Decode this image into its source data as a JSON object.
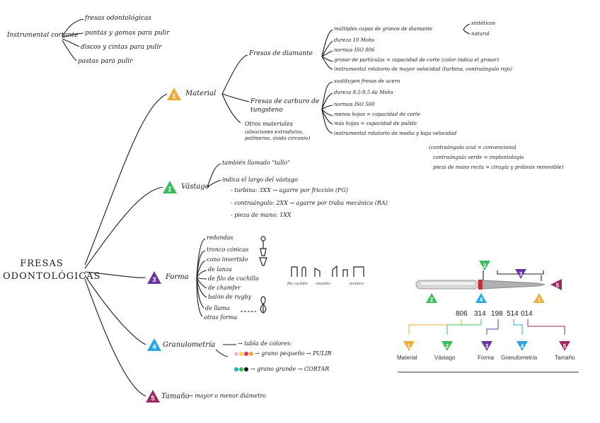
{
  "top_left": {
    "root": "Instrumental cortante",
    "items": [
      "fresas odontológicas",
      "puntas y gomas para pulir",
      "discos y cintas para pulir",
      "pastas para pulir"
    ]
  },
  "root": "FRESAS ODONTOLÓGICAS",
  "branches": [
    {
      "num": "1",
      "label": "Material",
      "color": "#f0a93b"
    },
    {
      "num": "2",
      "label": "Vástago",
      "color": "#3bbd5a"
    },
    {
      "num": "3",
      "label": "Forma",
      "color": "#6b35a0"
    },
    {
      "num": "4",
      "label": "Granulometría",
      "color": "#2aa7e3"
    },
    {
      "num": "5",
      "label": "Tamaño",
      "color": "#9b2a63"
    }
  ],
  "material": {
    "diamante": {
      "label": "Fresas de diamante",
      "items": [
        "múltiples capas de granos de diamante",
        "dureza 10 Mohs",
        "normas ISO 806",
        "grosor de partículas = capacidad de corte (color indica el grosor)",
        "instrumental rotatorio de mayor velocidad (turbina, contraángulo rojo)"
      ],
      "sub": [
        "sintéticos",
        "natural"
      ]
    },
    "tungsteno": {
      "label": "Fresas de carburo de tungsteno",
      "items": [
        "sustituyen fresas de acero",
        "dureza 8.5-9.5 de Mohs",
        "normas ISO 500",
        "menos hojas = capacidad de corte",
        "más hojas = capacidad de pulido",
        "instrumental rotatorio de media y baja velocidad"
      ],
      "notes": [
        "(contraángulo azul = convencional",
        "contraángulo verde = implantología",
        "pieza de mano recta = cirugía y prótesis removible)"
      ]
    },
    "otros": {
      "label": "Otros materiales",
      "detail": "(aleaciones extraduras, polímeros, óxido circonio)"
    }
  },
  "vastago": {
    "items": [
      "también llamado \"tallo\"",
      "indica el largo del vástago",
      "- turbina: 3XX → agarre por fricción (FG)",
      "- contraángulo: 2XX → agarre por traba mecánica (RA)",
      "- pieza de mano: 1XX"
    ]
  },
  "forma": {
    "items": [
      "redondas",
      "tronco cónicas",
      "cono invertido",
      "de lanza",
      "de filo de cuchillo",
      "de chamfer",
      "balón de rugby",
      "de llama",
      "otras forma"
    ],
    "shapes": [
      "filo cuchillo",
      "chamfer",
      "hombro"
    ]
  },
  "granulometria": {
    "text": "→ tabla de colores:",
    "fine": "→ grano pequeño → PULIR",
    "coarse": "→ grano grande → CORTAR",
    "fine_colors": [
      "#f4b6c8",
      "#f5d94a",
      "#e8325a",
      "#f0a93b"
    ],
    "coarse_colors": [
      "#2aa7e3",
      "#3bbd5a",
      "#111111"
    ]
  },
  "tamano": {
    "text": "→ mayor o menor diámetro"
  },
  "iso_code": {
    "groups": [
      "806",
      "314",
      "198",
      "514",
      "014"
    ],
    "captions": [
      "Material",
      "Vástago",
      "Forma",
      "Granulometría",
      "Tamaño"
    ]
  }
}
